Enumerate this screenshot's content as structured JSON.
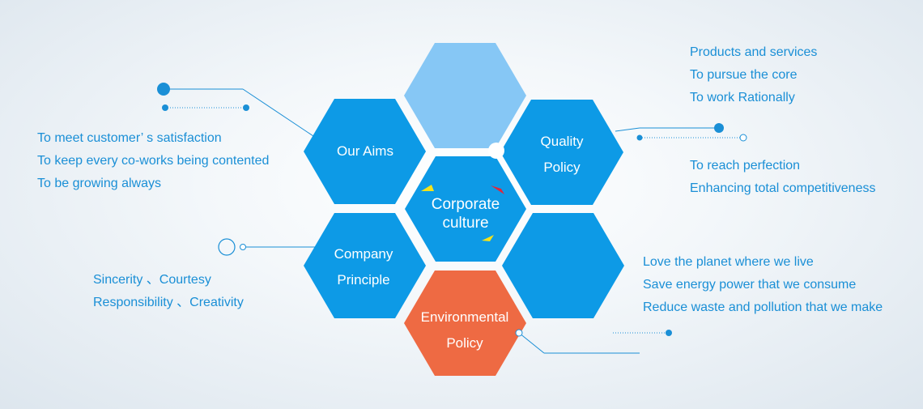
{
  "hexes": {
    "our_aims": "Our Aims",
    "quality_policy": [
      "Quality",
      "Policy"
    ],
    "company_principle": [
      "Company",
      "Principle"
    ],
    "environmental_policy": [
      "Environmental",
      "Policy"
    ],
    "corporate_culture": [
      "Corporate",
      "culture"
    ]
  },
  "texts": {
    "aims": [
      "To meet customer’ s satisfaction",
      "To keep every co-works being contented",
      "To be growing always"
    ],
    "quality_top": [
      "Products and services",
      "To pursue the core",
      "To work Rationally"
    ],
    "quality_bottom": [
      "To reach perfection",
      "Enhancing total competitiveness"
    ],
    "principle": [
      "Sincerity   、Courtesy",
      "Responsibility   、Creativity"
    ],
    "environment": [
      "Love the planet where we live",
      "Save energy power that we consume",
      "Reduce waste and pollution that we make"
    ]
  },
  "colors": {
    "hex_blue": "#0d9ae6",
    "hex_light_blue": "#86c7f5",
    "hex_orange": "#ee6a43",
    "text_blue": "#1a8fd6",
    "connector_blue": "#1a8fd6"
  }
}
